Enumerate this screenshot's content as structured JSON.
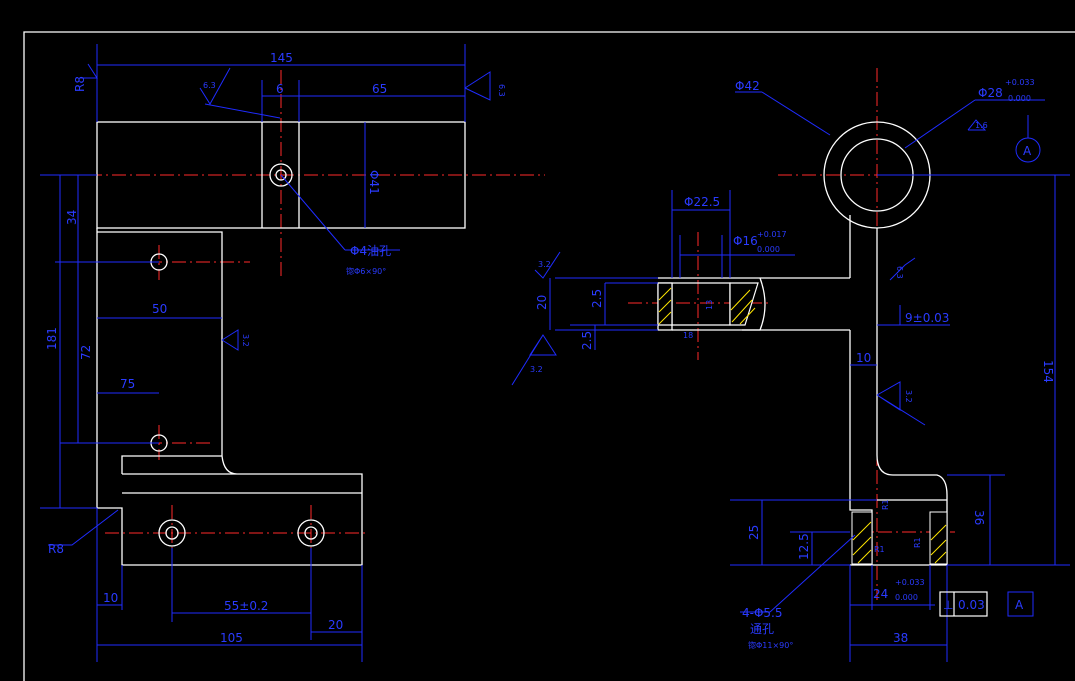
{
  "colors": {
    "background": "#000000",
    "outline": "#ffffff",
    "dimension": "#1f2cff",
    "centerline": "#ff2a2a",
    "hatch": "#ffe600"
  },
  "left_view": {
    "dims": {
      "d145": "145",
      "d6": "6",
      "d65": "65",
      "d34": "34",
      "d50": "50",
      "d181": "181",
      "d72": "72",
      "d75": "75",
      "d10": "10",
      "d55": "55±0.2",
      "d20": "20",
      "d105": "105",
      "d41": "Φ41"
    },
    "roughness": {
      "r1": "6.3",
      "r2": "6.3",
      "r3": "3.2",
      "r_top": "6.3"
    },
    "radius": {
      "r8a": "R8",
      "r8b": "R8"
    },
    "notes": {
      "oil_hole": "Φ4油孔",
      "oil_hole_sub": "锪Φ6×90°"
    }
  },
  "mid_view": {
    "dims": {
      "d22_5": "Φ22.5",
      "d16": "Φ16",
      "d16_up": "+0.017",
      "d16_low": "0.000",
      "d20": "20",
      "d25a": "2.5",
      "d25b": "2.5",
      "d13": "13",
      "d18": "18"
    },
    "roughness": {
      "r1": "3.2",
      "r2": "3.2"
    }
  },
  "right_view": {
    "dims": {
      "d42": "Φ42",
      "d28": "Φ28",
      "d28_up": "+0.033",
      "d28_low": "0.000",
      "d9": "9±0.03",
      "d10": "10",
      "d154": "154",
      "d25": "25",
      "d125": "12.5",
      "d36": "36",
      "d24": "24",
      "d24_up": "+0.033",
      "d24_low": "0.000",
      "d38": "38",
      "holes": "4-Φ5.5",
      "holes2": "通孔",
      "holes3": "锪Φ11×90°",
      "r1": "R1",
      "r2": "R1",
      "r_side": "R1"
    },
    "roughness": {
      "r1": "1.6",
      "r2": "6.3",
      "r3": "3.2"
    },
    "datum": "A",
    "tolerance": {
      "symbol": "⊥",
      "value": "0.03",
      "datum": "A"
    }
  }
}
